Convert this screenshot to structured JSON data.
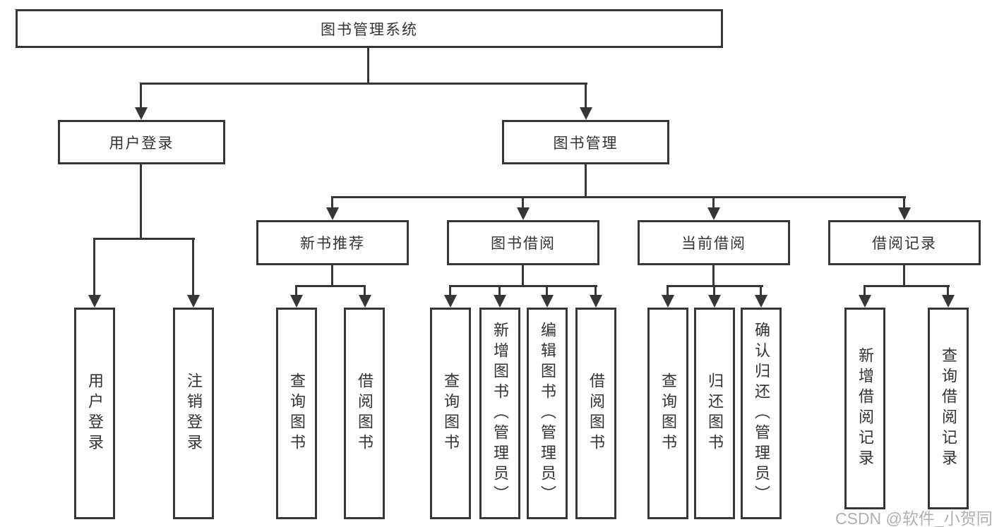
{
  "nodes": {
    "root": "图书管理系统",
    "user_login": "用户登录",
    "book_mgmt": "图书管理",
    "new_books": "新书推荐",
    "book_borrow": "图书借阅",
    "current_borrow": "当前借阅",
    "borrow_records": "借阅记录",
    "leaves": {
      "user_login": [
        "用户登录",
        "注销登录"
      ],
      "new_books": [
        "查询图书",
        "借阅图书"
      ],
      "book_borrow": [
        "查询图书",
        "新增图书（管理员）",
        "编辑图书（管理员）",
        "借阅图书"
      ],
      "current_borrow": [
        "查询图书",
        "归还图书",
        "确认归还（管理员）"
      ],
      "borrow_records": [
        "新增借阅记录",
        "查询借阅记录"
      ]
    }
  },
  "watermark": "CSDN @软件_小贺同学",
  "colors": {
    "line": "#363636",
    "text": "#333333",
    "watermark": "#b0b0b0"
  }
}
